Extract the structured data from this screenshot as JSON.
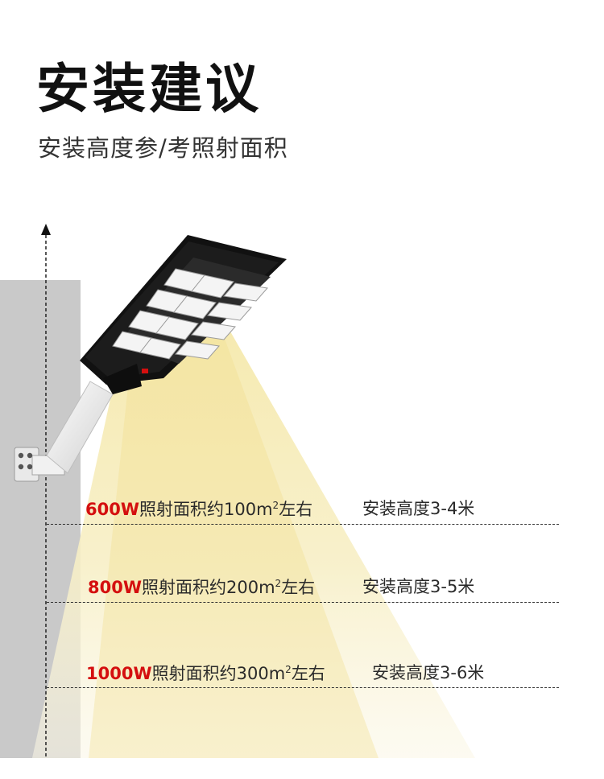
{
  "title": "安装建议",
  "subtitle": "安装高度参/考照射面积",
  "rows": [
    {
      "watt": "600W",
      "area_text": "照射面积约100m",
      "sup": "2",
      "suffix": "左右",
      "height_text": "安装高度3-4米"
    },
    {
      "watt": "800W",
      "area_text": "照射面积约200m",
      "sup": "2",
      "suffix": "左右",
      "height_text": "安装高度3-5米"
    },
    {
      "watt": "1000W",
      "area_text": "照射面积约300m",
      "sup": "2",
      "suffix": "左右",
      "height_text": "安装高度3-6米"
    }
  ],
  "colors": {
    "accent_red": "#d40f0f",
    "wall": "#c9c9c9",
    "light_beam": "#f3e6a6",
    "lamp_body": "#111111"
  },
  "icons": [
    "up-arrow-icon"
  ]
}
